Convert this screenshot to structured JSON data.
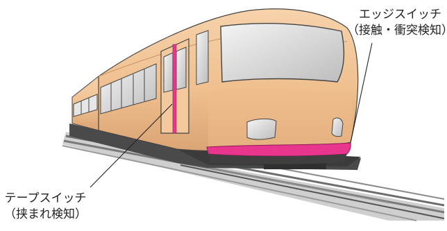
{
  "diagram": {
    "edge_switch": {
      "name": "エッジスイッチ",
      "detail": "（接触・衝突検知）"
    },
    "tape_switch": {
      "name": "テープスイッチ",
      "detail": "（挟まれ検知）"
    },
    "colors": {
      "body": "#f2c498",
      "body_shade": "#d9a578",
      "stripe": "#e8368f",
      "window": "#e6e6e6",
      "rail": "#6d6d6d",
      "underframe": "#4a4a4a"
    }
  }
}
